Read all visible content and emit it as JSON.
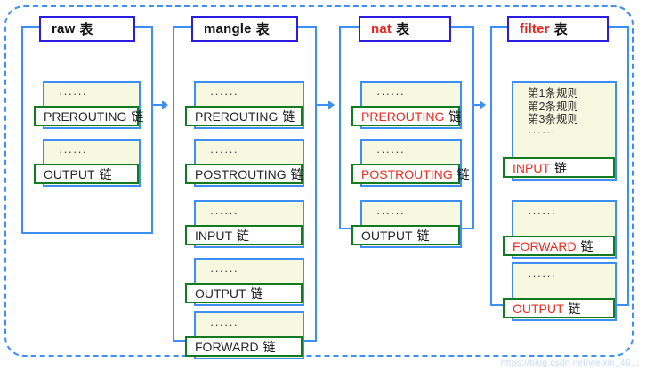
{
  "diagram": {
    "title_suffix": "表",
    "chain_suffix": "链",
    "dots": "······",
    "colors": {
      "frame_blue": "#3d8ef5",
      "caption_border": "#2b1ce0",
      "chain_border_green": "#127a1f",
      "highlight_red": "#ef2b20",
      "panel_yellow": "#f7f8e0",
      "text_black": "#262626"
    },
    "watermark": "https://blog.csdn.net/weixin_46...",
    "tables": [
      {
        "id": "raw",
        "name": "raw",
        "name_color": "black",
        "chains": [
          {
            "name": "PREROUTING",
            "color": "black",
            "rules": []
          },
          {
            "name": "OUTPUT",
            "color": "black",
            "rules": []
          }
        ]
      },
      {
        "id": "mangle",
        "name": "mangle",
        "name_color": "black",
        "chains": [
          {
            "name": "PREROUTING",
            "color": "black",
            "rules": []
          },
          {
            "name": "POSTROUTING",
            "color": "black",
            "rules": []
          },
          {
            "name": "INPUT",
            "color": "black",
            "rules": []
          },
          {
            "name": "OUTPUT",
            "color": "black",
            "rules": []
          },
          {
            "name": "FORWARD",
            "color": "black",
            "rules": []
          }
        ]
      },
      {
        "id": "nat",
        "name": "nat",
        "name_color": "red",
        "chains": [
          {
            "name": "PREROUTING",
            "color": "red",
            "rules": []
          },
          {
            "name": "POSTROUTING",
            "color": "red",
            "rules": []
          },
          {
            "name": "OUTPUT",
            "color": "black",
            "rules": []
          }
        ]
      },
      {
        "id": "filter",
        "name": "filter",
        "name_color": "red",
        "chains": [
          {
            "name": "INPUT",
            "color": "red",
            "rules": [
              "第1条规则",
              "第2条规则",
              "第3条规则"
            ]
          },
          {
            "name": "FORWARD",
            "color": "red",
            "rules": []
          },
          {
            "name": "OUTPUT",
            "color": "red",
            "rules": []
          }
        ]
      }
    ]
  }
}
